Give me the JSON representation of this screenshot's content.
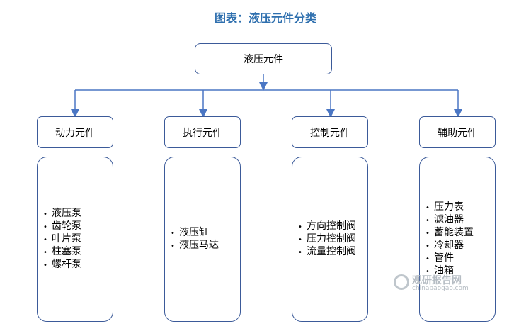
{
  "title": "图表：液压元件分类",
  "root": {
    "label": "液压元件"
  },
  "categories": [
    {
      "label": "动力元件",
      "items": [
        "液压泵",
        "齿轮泵",
        "叶片泵",
        "柱塞泵",
        "螺杆泵"
      ]
    },
    {
      "label": "执行元件",
      "items": [
        "液压缸",
        "液压马达"
      ]
    },
    {
      "label": "控制元件",
      "items": [
        "方向控制阀",
        "压力控制阀",
        "流量控制阀"
      ]
    },
    {
      "label": "辅助元件",
      "items": [
        "压力表",
        "滤油器",
        "蓄能装置",
        "冷却器",
        "管件",
        "油箱"
      ]
    }
  ],
  "watermark": {
    "cn": "观研报告网",
    "en": "chinabaogao.com"
  },
  "colors": {
    "title": "#2e6fae",
    "connector": "#4a76c4",
    "border": "#3b5a99"
  }
}
